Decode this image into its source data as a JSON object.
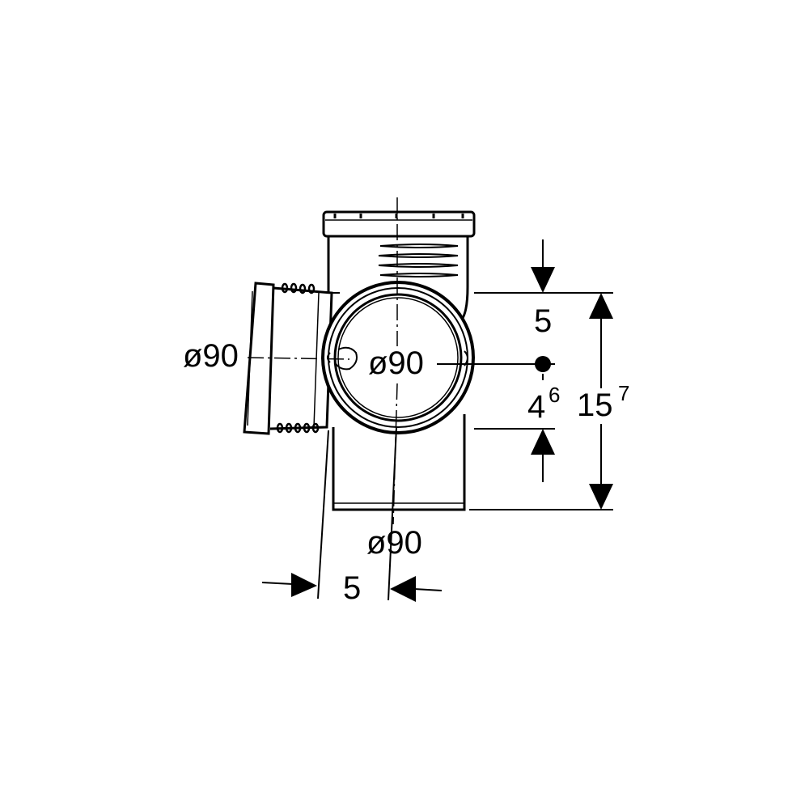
{
  "labels": {
    "side_outlet_diameter": "ø90",
    "front_outlet_diameter": "ø90",
    "bottom_diameter": "ø90",
    "top_offset": "5",
    "center_height_main": "4",
    "center_height_sup": "6",
    "total_height_main": "15",
    "total_height_sup": "7",
    "horizontal_offset": "5"
  },
  "colors": {
    "line": "#000000",
    "background": "#ffffff"
  }
}
